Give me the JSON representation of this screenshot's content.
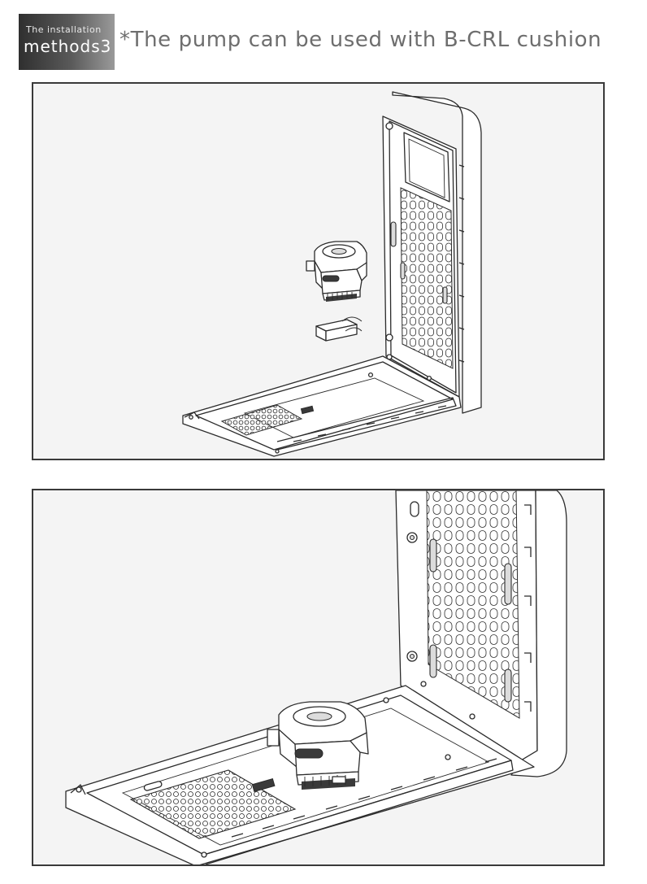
{
  "badge": {
    "line1": "The installation",
    "line2": "methods3"
  },
  "heading": "*The pump can be used with B-CRL cushion",
  "colors": {
    "badge_dark": "#2f2f2f",
    "badge_light": "#9a9a9a",
    "heading_text": "#6e6e6e",
    "panel_background": "#f4f4f4",
    "panel_border": "#3a3a3a"
  }
}
